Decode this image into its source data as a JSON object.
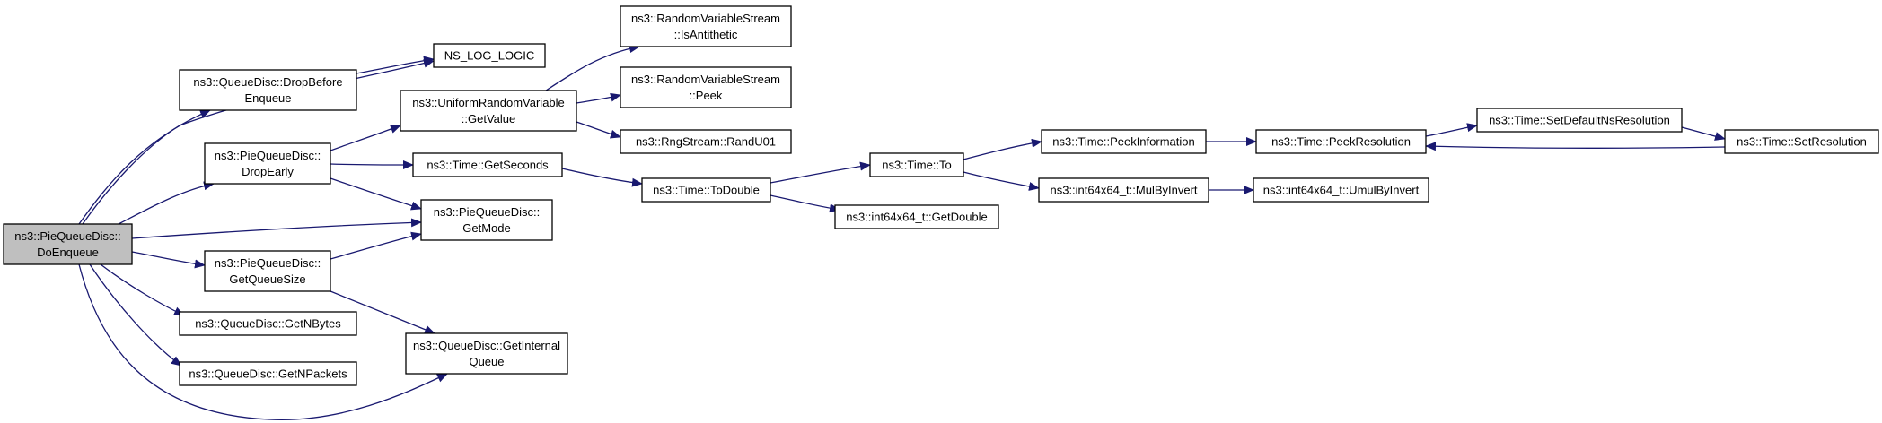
{
  "colors": {
    "node_fill": "#ffffff",
    "highlight_fill": "#bfbfbf",
    "border": "#000000",
    "edge": "#191970"
  },
  "nodes": [
    {
      "id": "n0",
      "lines": [
        "ns3::PieQueueDisc::",
        "DoEnqueue"
      ],
      "highlight": true
    },
    {
      "id": "n1",
      "lines": [
        "ns3::QueueDisc::DropBefore",
        "Enqueue"
      ]
    },
    {
      "id": "n2",
      "lines": [
        "ns3::PieQueueDisc::",
        "DropEarly"
      ]
    },
    {
      "id": "n3",
      "lines": [
        "ns3::PieQueueDisc::",
        "GetMode"
      ]
    },
    {
      "id": "n4",
      "lines": [
        "ns3::PieQueueDisc::",
        "GetQueueSize"
      ]
    },
    {
      "id": "n5",
      "lines": [
        "ns3::QueueDisc::GetNBytes"
      ]
    },
    {
      "id": "n6",
      "lines": [
        "ns3::QueueDisc::GetNPackets"
      ]
    },
    {
      "id": "n7",
      "lines": [
        "ns3::QueueDisc::GetInternal",
        "Queue"
      ]
    },
    {
      "id": "n8",
      "lines": [
        "NS_LOG_LOGIC"
      ]
    },
    {
      "id": "n9",
      "lines": [
        "ns3::UniformRandomVariable",
        "::GetValue"
      ]
    },
    {
      "id": "n10",
      "lines": [
        "ns3::Time::GetSeconds"
      ]
    },
    {
      "id": "n11",
      "lines": [
        "ns3::RandomVariableStream",
        "::IsAntithetic"
      ]
    },
    {
      "id": "n12",
      "lines": [
        "ns3::RandomVariableStream",
        "::Peek"
      ]
    },
    {
      "id": "n13",
      "lines": [
        "ns3::RngStream::RandU01"
      ]
    },
    {
      "id": "n14",
      "lines": [
        "ns3::Time::ToDouble"
      ]
    },
    {
      "id": "n15",
      "lines": [
        "ns3::Time::To"
      ]
    },
    {
      "id": "n16",
      "lines": [
        "ns3::int64x64_t::GetDouble"
      ]
    },
    {
      "id": "n17",
      "lines": [
        "ns3::Time::PeekInformation"
      ]
    },
    {
      "id": "n18",
      "lines": [
        "ns3::int64x64_t::MulByInvert"
      ]
    },
    {
      "id": "n19",
      "lines": [
        "ns3::Time::PeekResolution"
      ]
    },
    {
      "id": "n20",
      "lines": [
        "ns3::int64x64_t::UmulByInvert"
      ]
    },
    {
      "id": "n21",
      "lines": [
        "ns3::Time::SetDefaultNsResolution"
      ]
    },
    {
      "id": "n22",
      "lines": [
        "ns3::Time::SetResolution"
      ]
    }
  ],
  "edges": [
    {
      "from": "n0",
      "to": "n1"
    },
    {
      "from": "n0",
      "to": "n8"
    },
    {
      "from": "n0",
      "to": "n2"
    },
    {
      "from": "n0",
      "to": "n3"
    },
    {
      "from": "n0",
      "to": "n4"
    },
    {
      "from": "n0",
      "to": "n5"
    },
    {
      "from": "n0",
      "to": "n6"
    },
    {
      "from": "n0",
      "to": "n7"
    },
    {
      "from": "n1",
      "to": "n8"
    },
    {
      "from": "n2",
      "to": "n9"
    },
    {
      "from": "n2",
      "to": "n10"
    },
    {
      "from": "n2",
      "to": "n3"
    },
    {
      "from": "n4",
      "to": "n3"
    },
    {
      "from": "n4",
      "to": "n7"
    },
    {
      "from": "n9",
      "to": "n11"
    },
    {
      "from": "n9",
      "to": "n12"
    },
    {
      "from": "n9",
      "to": "n13"
    },
    {
      "from": "n10",
      "to": "n14"
    },
    {
      "from": "n14",
      "to": "n15"
    },
    {
      "from": "n14",
      "to": "n16"
    },
    {
      "from": "n15",
      "to": "n17"
    },
    {
      "from": "n15",
      "to": "n18"
    },
    {
      "from": "n17",
      "to": "n19"
    },
    {
      "from": "n18",
      "to": "n20"
    },
    {
      "from": "n19",
      "to": "n21"
    },
    {
      "from": "n21",
      "to": "n22"
    },
    {
      "from": "n22",
      "to": "n19"
    }
  ]
}
